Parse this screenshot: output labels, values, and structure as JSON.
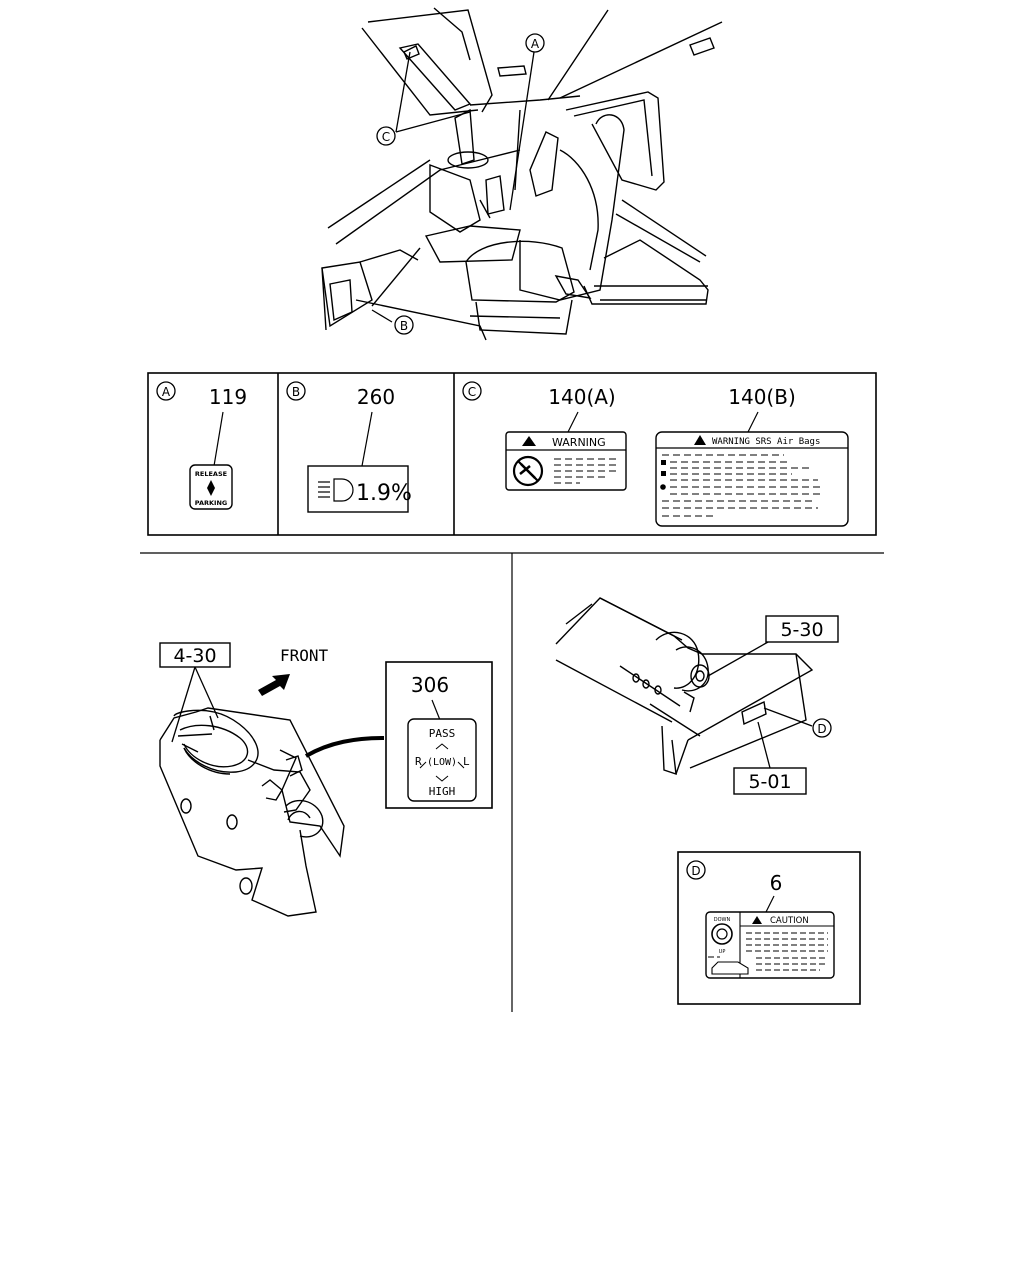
{
  "callouts": {
    "a": "A",
    "b": "B",
    "c": "C",
    "d": "D"
  },
  "panels": {
    "a": {
      "letter": "A",
      "part": "119",
      "label_top": "RELEASE",
      "label_bottom": "PARKING"
    },
    "b": {
      "letter": "B",
      "part": "260",
      "display": "1.9%"
    },
    "c": {
      "letter": "C",
      "left_part": "140(A)",
      "left_heading": "WARNING",
      "right_part": "140(B)",
      "right_heading": "WARNING SRS Air Bags"
    },
    "d": {
      "letter": "D",
      "part": "6",
      "heading": "CAUTION",
      "small_top": "DOWN",
      "small_bottom": "UP"
    }
  },
  "lower_left": {
    "ref_box": "4-30",
    "direction": "FRONT",
    "inset_part": "306",
    "switch_top": "PASS",
    "switch_left": "R",
    "switch_middle": "(LOW)",
    "switch_right": "L",
    "switch_bottom": "HIGH"
  },
  "lower_right": {
    "ref_box_1": "5-30",
    "ref_box_2": "5-01",
    "callout": "D"
  }
}
